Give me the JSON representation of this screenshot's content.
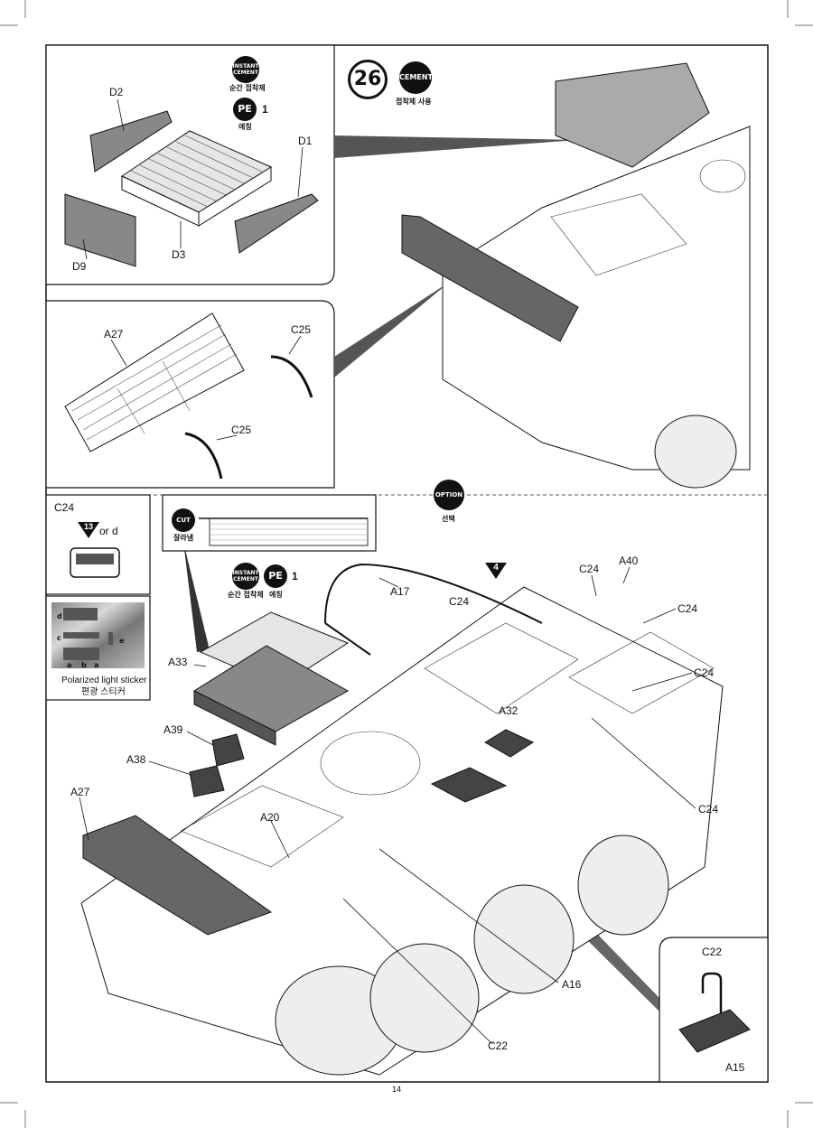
{
  "page_number": "14",
  "step": "26",
  "symbols": {
    "instant_cement": "INSTANT CEMENT",
    "instant_cement_kr": "순간 접착제",
    "pe": "PE",
    "pe_count": "1",
    "pe_kr": "에칭",
    "cement": "CEMENT",
    "cement_kr": "접착제 사용",
    "option": "OPTION",
    "option_kr": "선택",
    "cut": "CUT",
    "cut_kr": "잘라냄",
    "decal_ref": "4",
    "sticker_ref_num": "13",
    "sticker_ref_alt": "or d"
  },
  "sticker_panel": {
    "title": "Polarized light sticker",
    "title_kr": "편광 스티커",
    "marks": [
      "d",
      "c",
      "e",
      "a",
      "b",
      "a"
    ]
  },
  "part_labels": {
    "d2": "D2",
    "d1": "D1",
    "d3": "D3",
    "d9": "D9",
    "a27_top": "A27",
    "c25_top": "C25",
    "c25_bottom": "C25",
    "c24_box": "C24",
    "a17": "A17",
    "a33": "A33",
    "a39": "A39",
    "a38": "A38",
    "a27": "A27",
    "a20": "A20",
    "a32": "A32",
    "a40": "A40",
    "c24_a": "C24",
    "c24_b": "C24",
    "c24_c": "C24",
    "c24_d": "C24",
    "c24_e": "C24",
    "a16": "A16",
    "c22": "C22",
    "c22_inset": "C22",
    "a15": "A15"
  }
}
